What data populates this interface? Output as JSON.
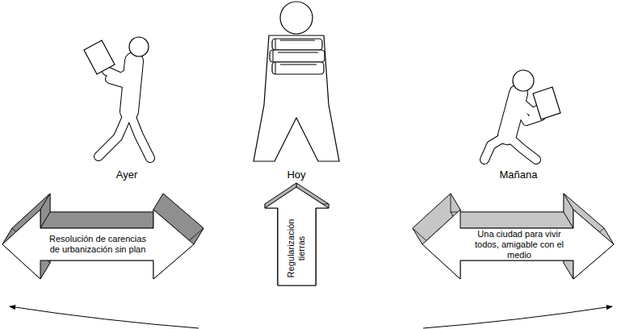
{
  "diagram": {
    "nodes": [
      {
        "text": [
          "Resolución de carencias de urbanización sin plan"
        ]
      },
      {
        "text": [
          "Regularización tierras"
        ]
      },
      {
        "text": [
          "Una ciudad para vivir todos, amigable con el medio"
        ]
      }
    ],
    "labels": [
      "Ayer",
      "Hoy",
      "Mañana"
    ]
  }
}
